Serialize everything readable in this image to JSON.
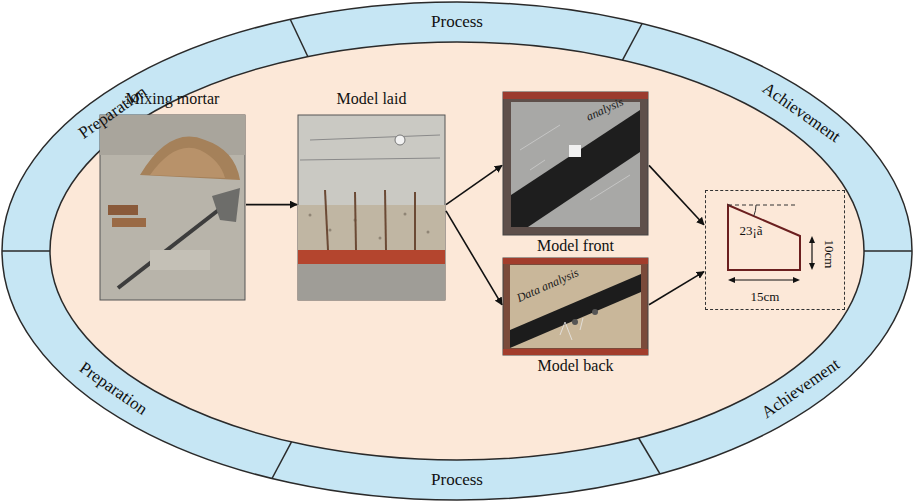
{
  "diagram": {
    "nodes": [
      {
        "text": [
          "Mixing mortar"
        ]
      },
      {
        "text": [
          "Model laid"
        ]
      },
      {
        "text": [
          "analysis",
          "Model front"
        ]
      },
      {
        "text": [
          "Data analysis",
          "Model back"
        ]
      },
      {
        "text": [
          "23¡ã",
          "10cm",
          "15cm"
        ]
      }
    ],
    "edges": [
      {
        "from": 0,
        "to": 1,
        "arrow": "to"
      },
      {
        "from": 1,
        "to": 2,
        "arrow": "to"
      },
      {
        "from": 1,
        "to": 3,
        "arrow": "to"
      },
      {
        "from": 2,
        "to": 4,
        "arrow": "to"
      },
      {
        "from": 3,
        "to": 4,
        "arrow": "to"
      }
    ],
    "labels": [
      "Preparation",
      "Process",
      "Achievement",
      "Preparation",
      "Process",
      "Achievement"
    ]
  }
}
